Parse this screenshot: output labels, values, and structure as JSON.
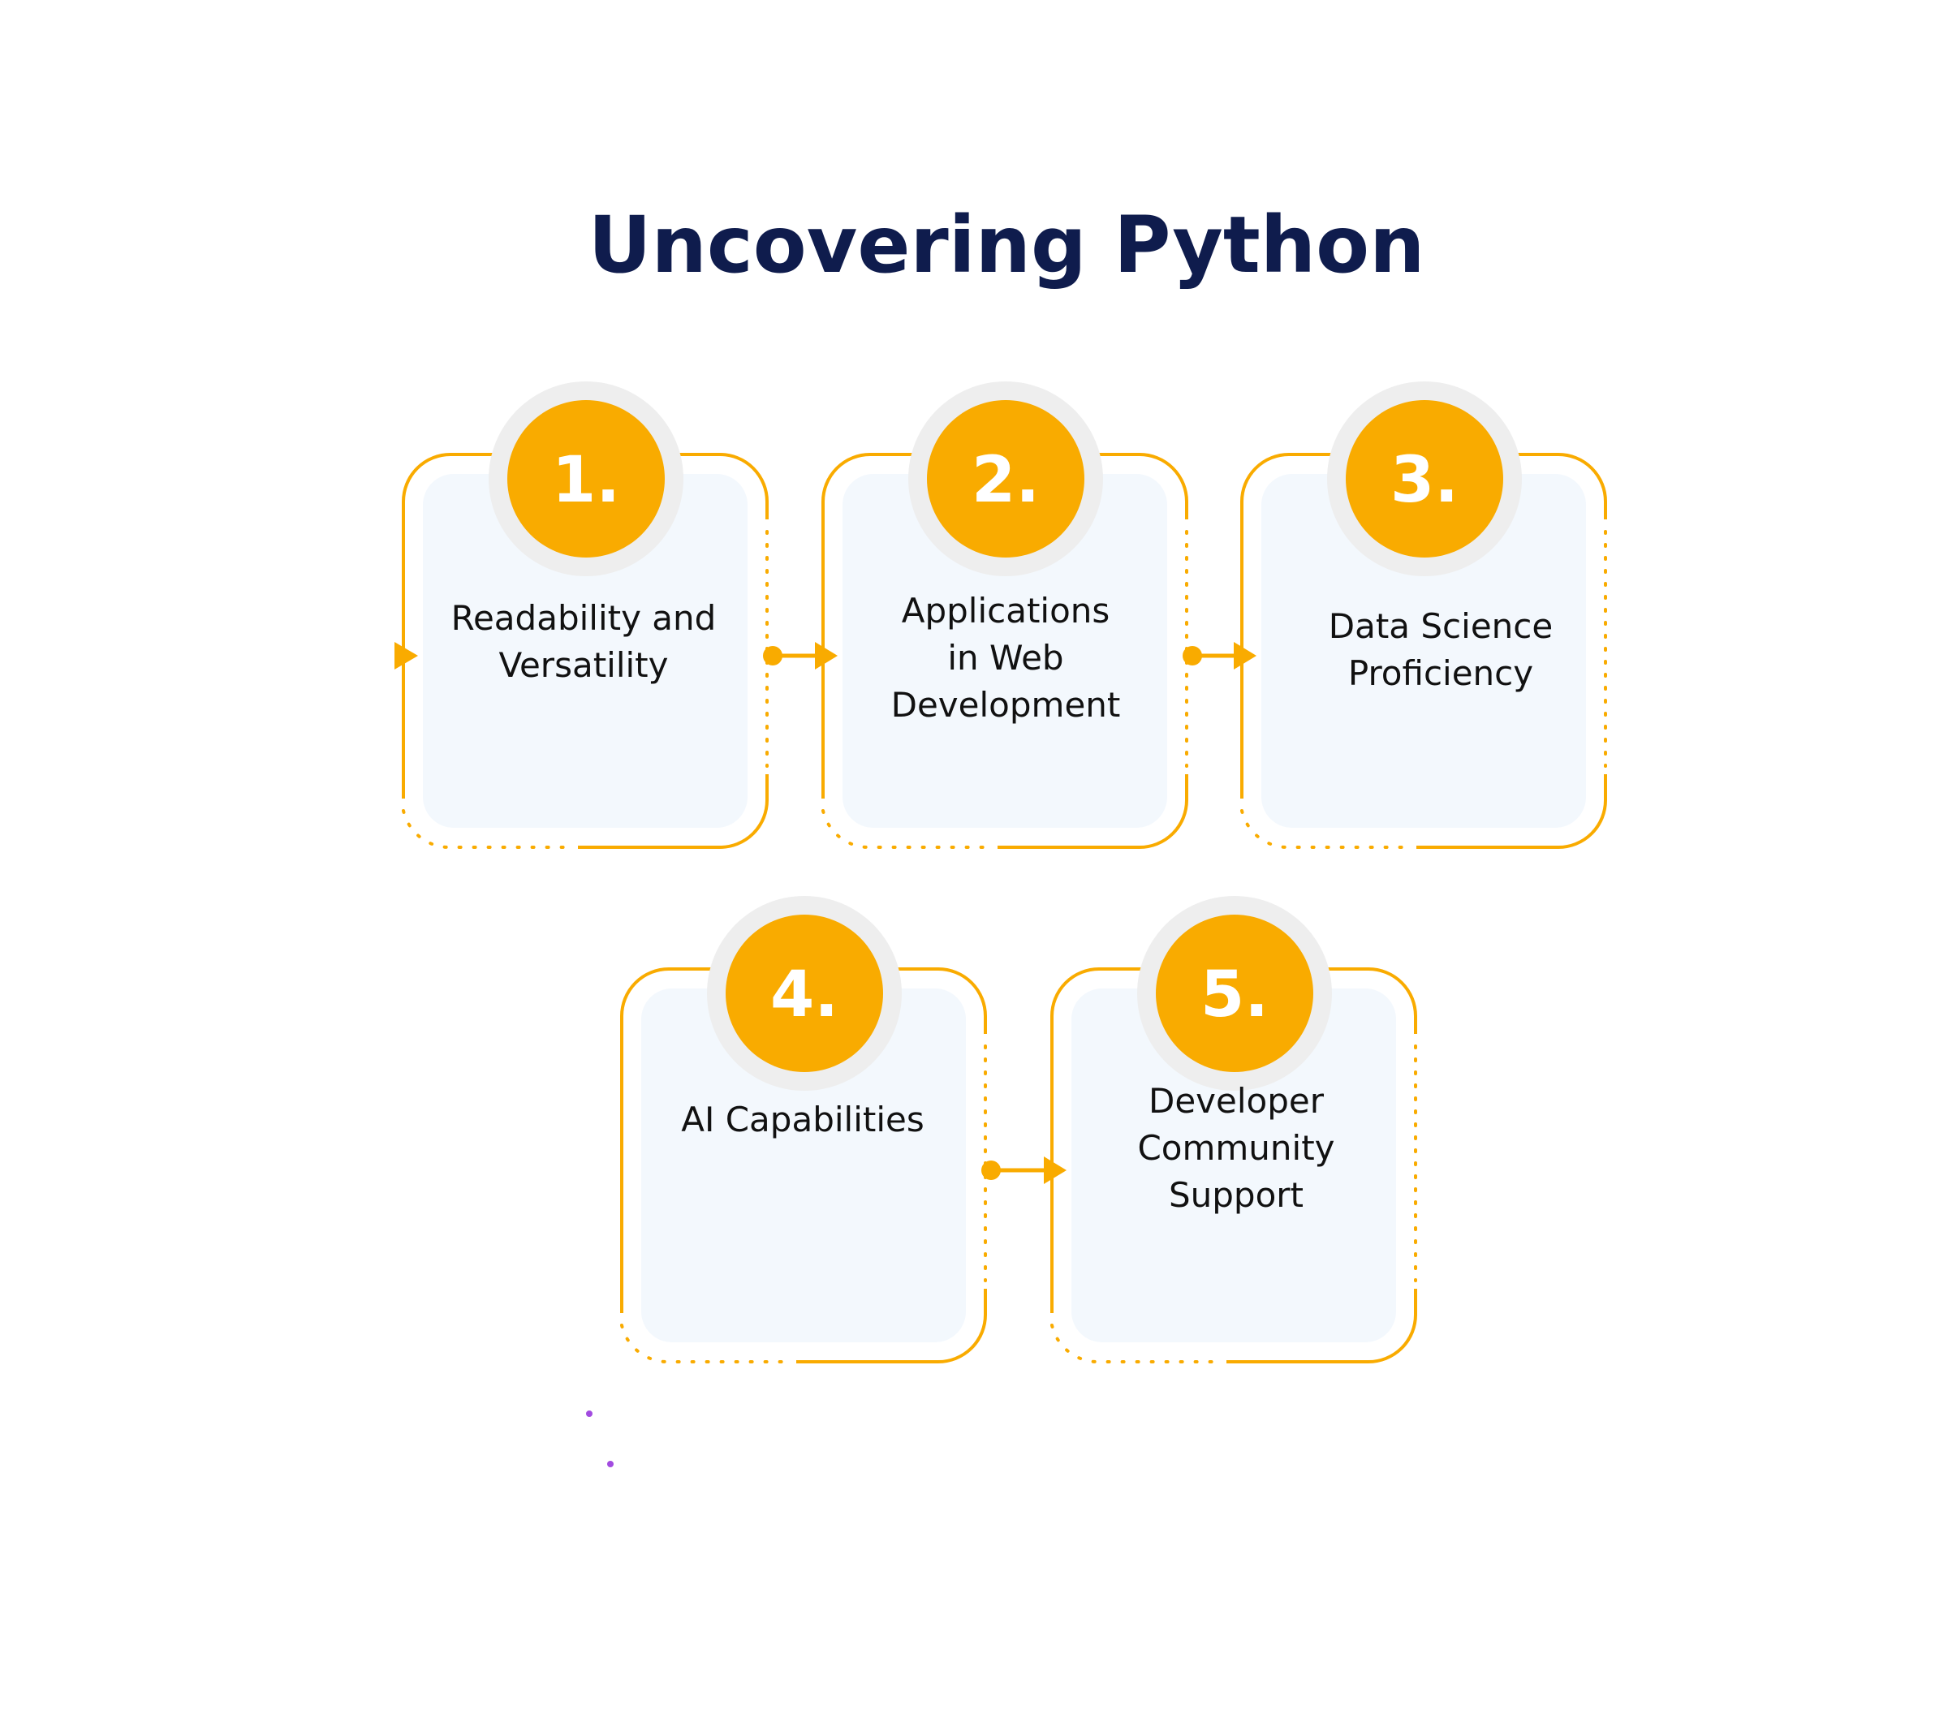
{
  "title": "Uncovering Python",
  "colors": {
    "accent": "#F9AB00",
    "title": "#0F1C4D",
    "card_fill": "#F3F8FD",
    "ring": "#EEEEEE",
    "text": "#111111",
    "stray_dot": "#A24BE0"
  },
  "steps": [
    {
      "number": "1.",
      "lines": [
        "Readability and",
        "Versatility"
      ]
    },
    {
      "number": "2.",
      "lines": [
        "Applications",
        "in Web",
        "Development"
      ]
    },
    {
      "number": "3.",
      "lines": [
        "Data Science",
        "Proficiency"
      ]
    },
    {
      "number": "4.",
      "lines": [
        "AI Capabilities"
      ]
    },
    {
      "number": "5.",
      "lines": [
        "Developer",
        "Community",
        "Support"
      ]
    }
  ]
}
